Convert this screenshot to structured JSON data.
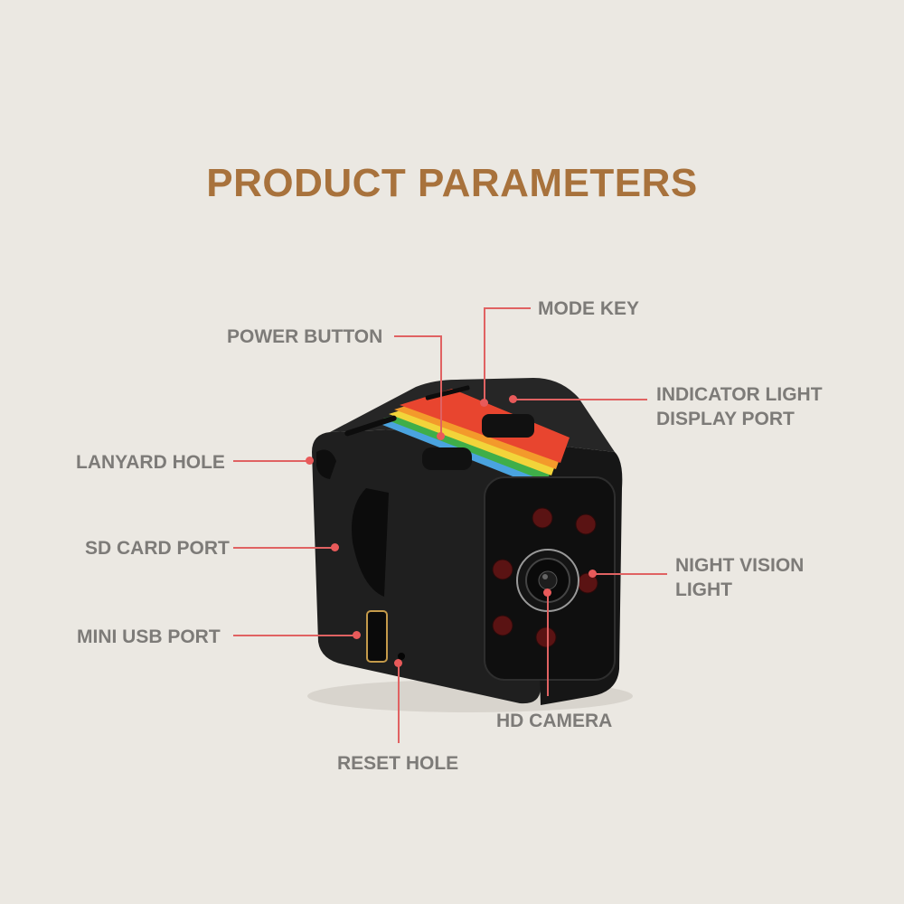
{
  "title": "PRODUCT PARAMETERS",
  "colors": {
    "background": "#ebe8e2",
    "title": "#a8723c",
    "label": "#7d7b78",
    "callout_line": "#e06262",
    "stripe": [
      "#4aa3df",
      "#3fae49",
      "#f2d43a",
      "#f39a2b",
      "#e8452f"
    ]
  },
  "callouts": [
    {
      "id": "mode-key",
      "label": "MODE KEY"
    },
    {
      "id": "power-button",
      "label": "POWER BUTTON"
    },
    {
      "id": "indicator-light",
      "label_line1": "INDICATOR LIGHT",
      "label_line2": "DISPLAY PORT"
    },
    {
      "id": "lanyard-hole",
      "label": "LANYARD HOLE"
    },
    {
      "id": "sd-card-port",
      "label": "SD CARD PORT"
    },
    {
      "id": "night-vision-light",
      "label_line1": "NIGHT VISION",
      "label_line2": "LIGHT"
    },
    {
      "id": "mini-usb-port",
      "label": "MINI USB PORT"
    },
    {
      "id": "hd-camera",
      "label": "HD CAMERA"
    },
    {
      "id": "reset-hole",
      "label": "RESET HOLE"
    }
  ]
}
